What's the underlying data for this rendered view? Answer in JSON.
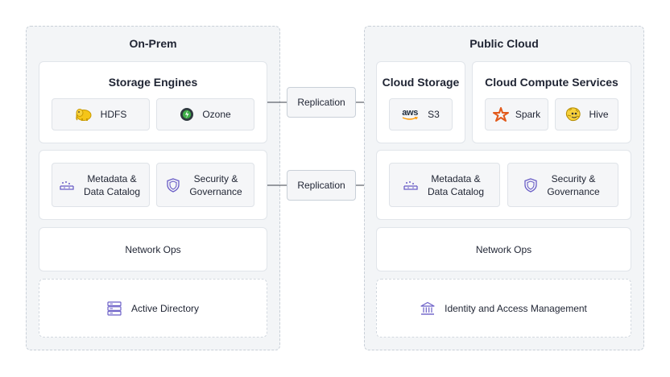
{
  "on_prem": {
    "title": "On-Prem",
    "storage_engines": {
      "title": "Storage Engines",
      "hdfs": "HDFS",
      "ozone": "Ozone"
    },
    "metadata": "Metadata & Data Catalog",
    "security": "Security & Governance",
    "network_ops": "Network Ops",
    "active_directory": "Active Directory"
  },
  "public_cloud": {
    "title": "Public Cloud",
    "cloud_storage": {
      "title": "Cloud Storage",
      "s3": "S3",
      "aws_logo_text": "aws"
    },
    "cloud_compute": {
      "title": "Cloud Compute Services",
      "spark": "Spark",
      "hive": "Hive"
    },
    "metadata": "Metadata & Data Catalog",
    "security": "Security & Governance",
    "network_ops": "Network Ops",
    "iam": "Identity and Access Management"
  },
  "replication": {
    "top": "Replication",
    "bottom": "Replication"
  },
  "colors": {
    "region_bg": "#f3f5f7",
    "accent_purple": "#6b5fc7",
    "hdfs_yellow": "#f5c518",
    "ozone_green": "#3fae49",
    "spark_orange": "#e25a1c",
    "aws_orange": "#ff9900"
  },
  "icons": [
    "hdfs-elephant-icon",
    "ozone-icon",
    "aws-logo-icon",
    "spark-icon",
    "hive-icon",
    "catalog-icon",
    "shield-icon",
    "server-rack-icon",
    "bank-building-icon",
    "arrow-right-icon"
  ]
}
